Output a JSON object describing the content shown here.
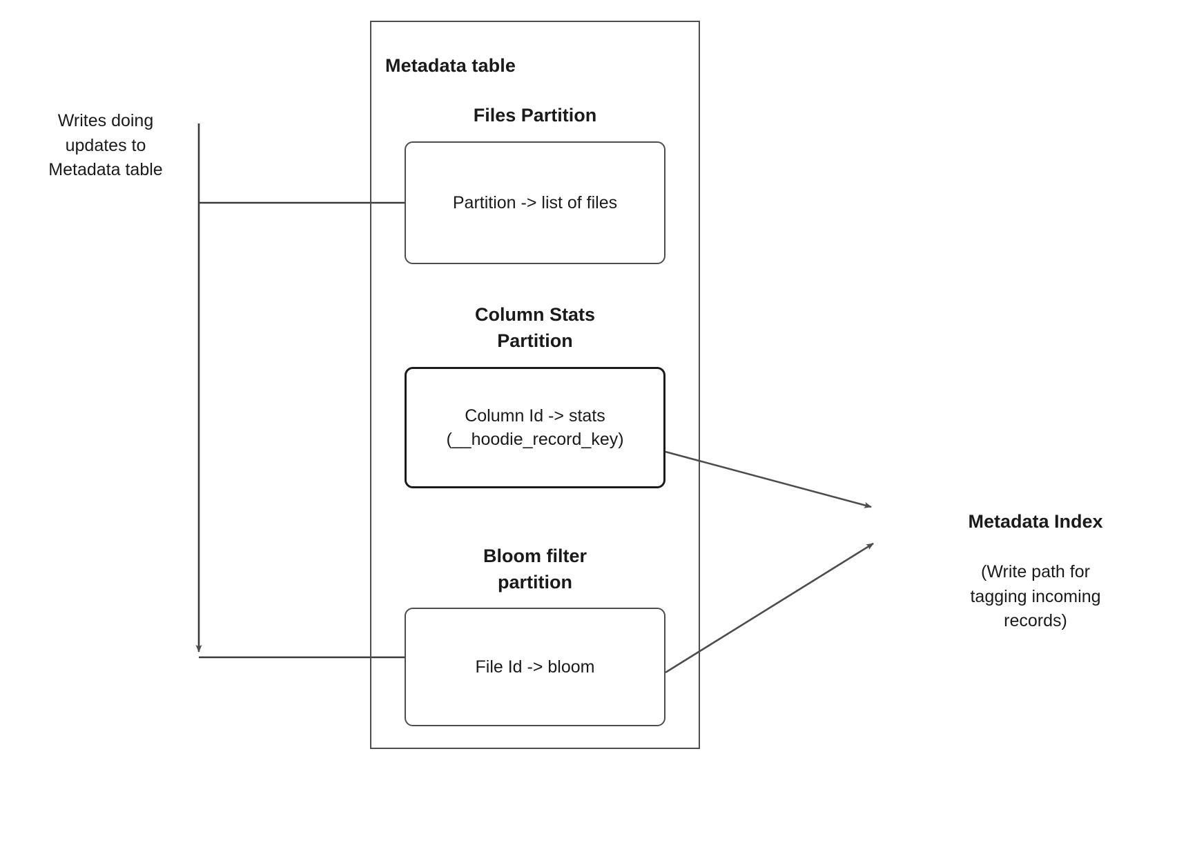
{
  "diagram": {
    "container": {
      "title": "Metadata table"
    },
    "sections": [
      {
        "id": "files",
        "title": "Files Partition",
        "box_text": "Partition -> list of files"
      },
      {
        "id": "column-stats",
        "title_line1": "Column Stats",
        "title_line2": "Partition",
        "box_line1": "Column Id  -> stats",
        "box_line2": "(__hoodie_record_key)"
      },
      {
        "id": "bloom-filter",
        "title_line1": "Bloom filter",
        "title_line2": "partition",
        "box_text": "File Id -> bloom"
      }
    ],
    "left_label": {
      "line1": "Writes doing",
      "line2": "updates to",
      "line3": "Metadata table"
    },
    "right_label": {
      "title": "Metadata Index",
      "caption_line1": "(Write path for",
      "caption_line2": "tagging incoming",
      "caption_line3": "records)"
    },
    "colors": {
      "stroke": "#4d4d4d",
      "stroke_strong": "#1a1a1a",
      "text": "#1a1a1a",
      "background": "#ffffff"
    }
  }
}
